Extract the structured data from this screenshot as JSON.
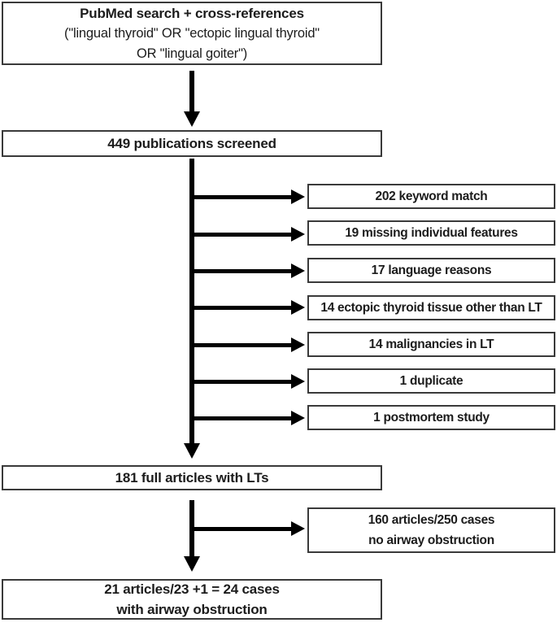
{
  "figure": {
    "type": "flow-diagram",
    "topic": "Systematic literature selection for lingual thyroid with airway obstruction"
  },
  "flow": {
    "source": {
      "title": "PubMed search + cross-references",
      "query_line1": "(\"lingual thyroid\" OR \"ectopic lingual thyroid\"",
      "query_line2": "OR \"lingual goiter\")"
    },
    "screened": "449 publications screened",
    "exclusions": [
      "202 keyword match",
      "19 missing individual features",
      "17 language reasons",
      "14 ectopic thyroid tissue other than LT",
      "14 malignancies in LT",
      "1 duplicate",
      "1 postmortem study"
    ],
    "full_articles": "181 full articles with LTs",
    "excluded_final": {
      "line1": "160 articles/250 cases",
      "line2": "no airway obstruction"
    },
    "included": {
      "line1": "21 articles/23 +1 = 24 cases",
      "line2": "with airway obstruction"
    }
  },
  "colors": {
    "line": "#000000",
    "box_border": "#3a3a3a",
    "background": "#ffffff",
    "text": "#1c1c1c"
  }
}
